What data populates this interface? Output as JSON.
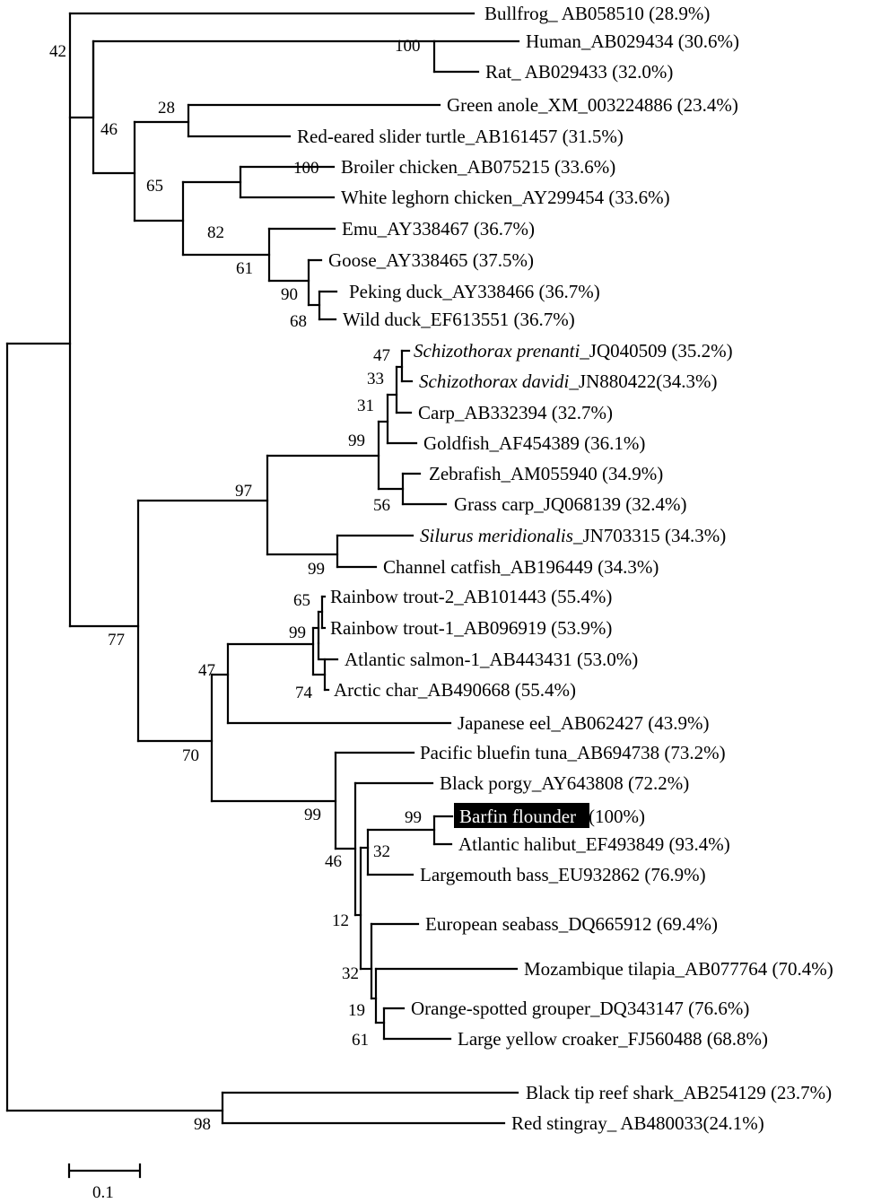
{
  "colors": {
    "line": "#000000",
    "background": "#ffffff",
    "highlight_box": "#000000",
    "highlight_text": "#ffffff"
  },
  "leaves": [
    {
      "id": "bullfrog",
      "label": "Bullfrog_ AB058510 (28.9%)"
    },
    {
      "id": "human",
      "label": "Human_AB029434 (30.6%)"
    },
    {
      "id": "rat",
      "label": "Rat_ AB029433 (32.0%)"
    },
    {
      "id": "green-anole",
      "label": "Green anole_XM_003224886 (23.4%)"
    },
    {
      "id": "red-eared-slider",
      "label": "Red-eared slider turtle_AB161457 (31.5%)"
    },
    {
      "id": "broiler-chicken",
      "label": "Broiler chicken_AB075215 (33.6%)"
    },
    {
      "id": "white-leghorn",
      "label": "White leghorn chicken_AY299454 (33.6%)"
    },
    {
      "id": "emu",
      "label": "Emu_AY338467 (36.7%)"
    },
    {
      "id": "goose",
      "label": "Goose_AY338465 (37.5%)"
    },
    {
      "id": "peking-duck",
      "label": "Peking duck_AY338466 (36.7%)"
    },
    {
      "id": "wild-duck",
      "label": "Wild duck_EF613551 (36.7%)"
    },
    {
      "id": "schizothorax-prenanti",
      "italic": "Schizothorax prenanti",
      "label": "_JQ040509 (35.2%)"
    },
    {
      "id": "schizothorax-davidi",
      "italic": "Schizothorax davidi",
      "label": "_JN880422(34.3%)"
    },
    {
      "id": "carp",
      "label": "Carp_AB332394 (32.7%)"
    },
    {
      "id": "goldfish",
      "label": "Goldfish_AF454389 (36.1%)"
    },
    {
      "id": "zebrafish",
      "label": "Zebrafish_AM055940 (34.9%)"
    },
    {
      "id": "grass-carp",
      "label": "Grass carp_JQ068139 (32.4%)"
    },
    {
      "id": "silurus",
      "italic": "Silurus meridionalis",
      "label": "_JN703315 (34.3%)"
    },
    {
      "id": "channel-catfish",
      "label": "Channel catfish_AB196449 (34.3%)"
    },
    {
      "id": "rainbow-trout-2",
      "label": "Rainbow trout-2_AB101443 (55.4%)"
    },
    {
      "id": "rainbow-trout-1",
      "label": "Rainbow trout-1_AB096919 (53.9%)"
    },
    {
      "id": "atlantic-salmon",
      "label": "Atlantic salmon-1_AB443431 (53.0%)"
    },
    {
      "id": "arctic-char",
      "label": "Arctic char_AB490668 (55.4%)"
    },
    {
      "id": "japanese-eel",
      "label": "Japanese eel_AB062427 (43.9%)"
    },
    {
      "id": "pacific-bluefin-tuna",
      "label": "Pacific bluefin tuna_AB694738 (73.2%)"
    },
    {
      "id": "black-porgy",
      "label": "Black porgy_AY643808 (72.2%)"
    },
    {
      "id": "barfin-flounder",
      "highlight": "Barfin flounder",
      "label": " (100%)"
    },
    {
      "id": "atlantic-halibut",
      "label": "Atlantic halibut_EF493849 (93.4%)"
    },
    {
      "id": "largemouth-bass",
      "label": "Largemouth bass_EU932862 (76.9%)"
    },
    {
      "id": "european-seabass",
      "label": "European seabass_DQ665912 (69.4%)"
    },
    {
      "id": "mozambique-tilapia",
      "label": "Mozambique tilapia_AB077764 (70.4%)"
    },
    {
      "id": "orange-spotted-grouper",
      "label": "Orange-spotted grouper_DQ343147 (76.6%)"
    },
    {
      "id": "large-yellow-croaker",
      "label": "Large yellow croaker_FJ560488 (68.8%)"
    },
    {
      "id": "black-tip-reef-shark",
      "label": "Black tip reef shark_AB254129 (23.7%)"
    },
    {
      "id": "red-stingray",
      "label": "Red stingray_ AB480033(24.1%)"
    }
  ],
  "bootstrap_values": [
    "42",
    "100",
    "46",
    "28",
    "65",
    "100",
    "82",
    "61",
    "90",
    "68",
    "47",
    "33",
    "31",
    "99",
    "56",
    "97",
    "99",
    "65",
    "99",
    "74",
    "47",
    "77",
    "70",
    "99",
    "99",
    "46",
    "32",
    "12",
    "32",
    "19",
    "61",
    "98"
  ],
  "scale_bar": {
    "label": "0.1"
  }
}
